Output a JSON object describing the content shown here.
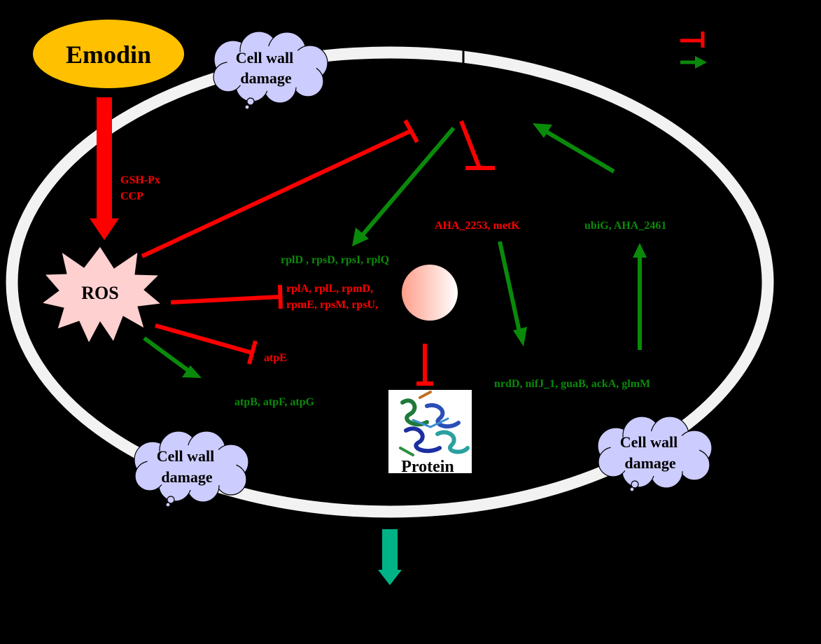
{
  "colors": {
    "background": "#000000",
    "cell_wall": "#f2f2f2",
    "inhibit": "#ff0000",
    "promote": "#0a8a0a",
    "emodin_fill": "#ffc000",
    "cloud_fill": "#ccccff",
    "ros_fill": "#ffd0d0",
    "output_arrow": "#00b386"
  },
  "emodin": {
    "label": "Emodin"
  },
  "ros": {
    "label": "ROS"
  },
  "enzymes": {
    "line1": "GSH-Px",
    "line2": "CCP"
  },
  "clouds": [
    {
      "line1": "Cell wall",
      "line2": "damage"
    },
    {
      "line1": "Cell wall",
      "line2": "damage"
    },
    {
      "line1": "Cell wall",
      "line2": "damage"
    }
  ],
  "gene_groups": {
    "ribosomal_up": "rplD , rpsD, rpsI, rplQ",
    "ribosomal_down_line1": "rplA,  rplL,  rpmD,",
    "ribosomal_down_line2": "rpmE, rpsM, rpsU,",
    "atp_down": "atpE",
    "atp_up": "atpB,  atpF, atpG",
    "metabolism_down": "AHA_2253, metK",
    "metabolism_up": "nrdD, nifJ_1, guaB, ackA, glmM",
    "ubiquinone_up": "ubiG, AHA_2461"
  },
  "protein": {
    "label": "Protein"
  }
}
